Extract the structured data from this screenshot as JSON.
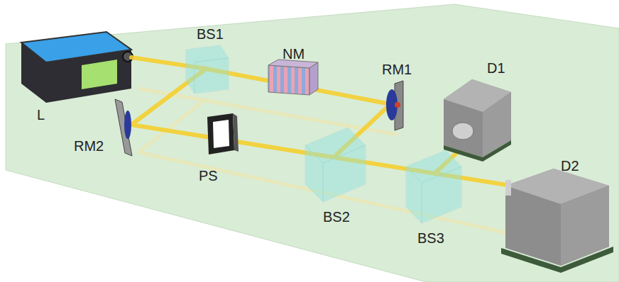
{
  "diagram": {
    "labels": [
      "BS1",
      "NM",
      "RM1",
      "D1",
      "L",
      "RM2",
      "PS",
      "BS2",
      "BS3",
      "D2"
    ]
  }
}
